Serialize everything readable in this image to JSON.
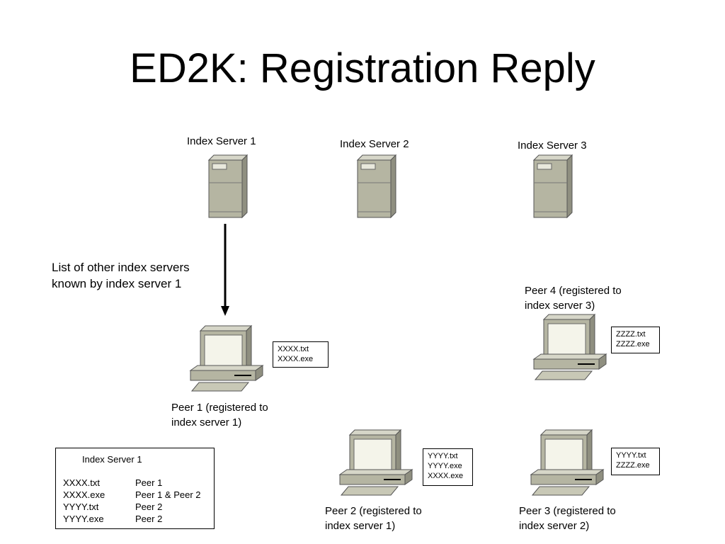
{
  "title": "ED2K: Registration Reply",
  "servers": [
    {
      "label": "Index Server 1"
    },
    {
      "label": "Index Server 2"
    },
    {
      "label": "Index Server 3"
    }
  ],
  "arrow_label": [
    "List of other index servers",
    "known by index server 1"
  ],
  "peers": [
    {
      "label": [
        "Peer 1 (registered to",
        "index server 1)"
      ],
      "files": [
        "XXXX.txt",
        "XXXX.exe"
      ]
    },
    {
      "label": [
        "Peer 2 (registered to",
        "index server 1)"
      ],
      "files": [
        "YYYY.txt",
        "YYYY.exe",
        "XXXX.exe"
      ]
    },
    {
      "label": [
        "Peer 3 (registered to",
        "index server 2)"
      ],
      "files": [
        "YYYY.txt",
        "ZZZZ.exe"
      ]
    },
    {
      "label": [
        "Peer 4 (registered to",
        "index server 3)"
      ],
      "files": [
        "ZZZZ.txt",
        "ZZZZ.exe"
      ]
    }
  ],
  "index_table": {
    "title": "Index Server 1",
    "rows": [
      {
        "file": "XXXX.txt",
        "peers": "Peer 1"
      },
      {
        "file": "XXXX.exe",
        "peers": "Peer 1 & Peer 2"
      },
      {
        "file": "YYYY.txt",
        "peers": "Peer 2"
      },
      {
        "file": "YYYY.exe",
        "peers": "Peer 2"
      }
    ]
  }
}
